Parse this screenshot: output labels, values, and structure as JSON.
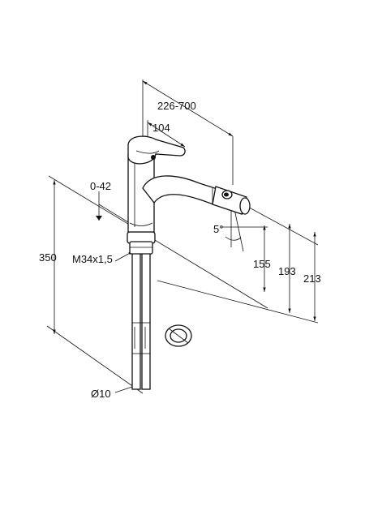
{
  "dimensions": {
    "reach": "226-700",
    "spout_offset": "104",
    "swivel": "0-42",
    "angle": "5°",
    "height_total": "350",
    "thread": "M34x1,5",
    "h155": "155",
    "h193": "193",
    "h213": "213",
    "hose_diameter": "Ø10"
  },
  "colors": {
    "line": "#111111",
    "background": "#ffffff"
  }
}
